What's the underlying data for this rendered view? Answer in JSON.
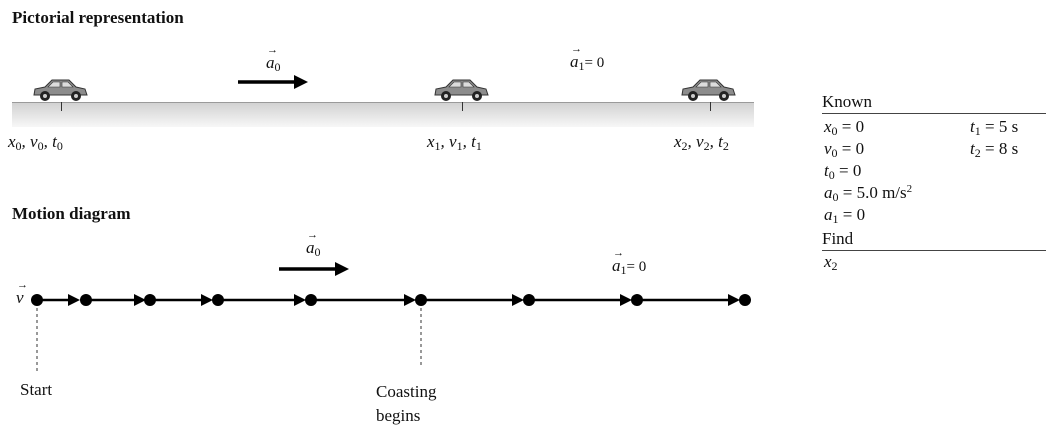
{
  "pictorial": {
    "title": "Pictorial representation",
    "accel_label": {
      "sym": "a",
      "sub": "0"
    },
    "coast_label": {
      "sym": "a",
      "sub": "1",
      "eq": "= 0"
    },
    "positions": [
      {
        "x": "x",
        "xs": "0",
        "v": "v",
        "vs": "0",
        "t": "t",
        "ts": "0"
      },
      {
        "x": "x",
        "xs": "1",
        "v": "v",
        "vs": "1",
        "t": "t",
        "ts": "1"
      },
      {
        "x": "x",
        "xs": "2",
        "v": "v",
        "vs": "2",
        "t": "t",
        "ts": "2"
      }
    ]
  },
  "motion": {
    "title": "Motion diagram",
    "velocity_symbol": "v",
    "accel_label": {
      "sym": "a",
      "sub": "0"
    },
    "coast_label": {
      "sym": "a",
      "sub": "1",
      "eq": "= 0"
    },
    "start_label": "Start",
    "coast_line1": "Coasting",
    "coast_line2": "begins"
  },
  "known": {
    "title": "Known",
    "left": [
      {
        "sym": "x",
        "sub": "0",
        "val": " = 0"
      },
      {
        "sym": "v",
        "sub": "0",
        "val": " = 0"
      },
      {
        "sym": "t",
        "sub": "0",
        "val": " = 0"
      },
      {
        "sym": "a",
        "sub": "0",
        "val": " =  5.0 m/s",
        "sup": "2"
      },
      {
        "sym": "a",
        "sub": "1",
        "val": " = 0"
      }
    ],
    "right": [
      {
        "sym": "t",
        "sub": "1",
        "val": " = 5 s"
      },
      {
        "sym": "t",
        "sub": "2",
        "val": " = 8 s"
      }
    ]
  },
  "find": {
    "title": "Find",
    "items": [
      {
        "sym": "x",
        "sub": "2"
      }
    ]
  }
}
